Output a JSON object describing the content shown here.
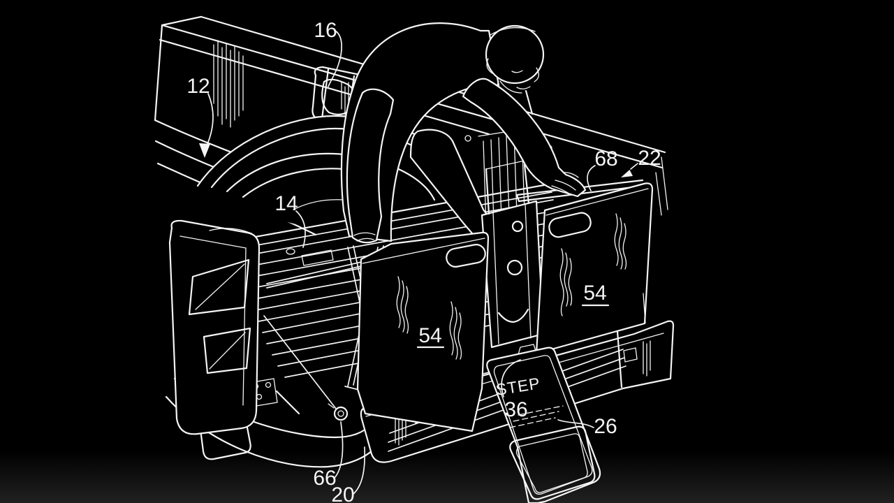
{
  "figure_labels": {
    "n12": "12",
    "n14": "14",
    "n16": "16",
    "n20": "20",
    "n22": "22",
    "n26": "26",
    "n36": "36",
    "n54_left": "54",
    "n54_right": "54",
    "n66": "66",
    "n68": "68",
    "step_text": "STEP"
  },
  "colors": {
    "background": "#000000",
    "line_art": "#f5f5f5"
  }
}
